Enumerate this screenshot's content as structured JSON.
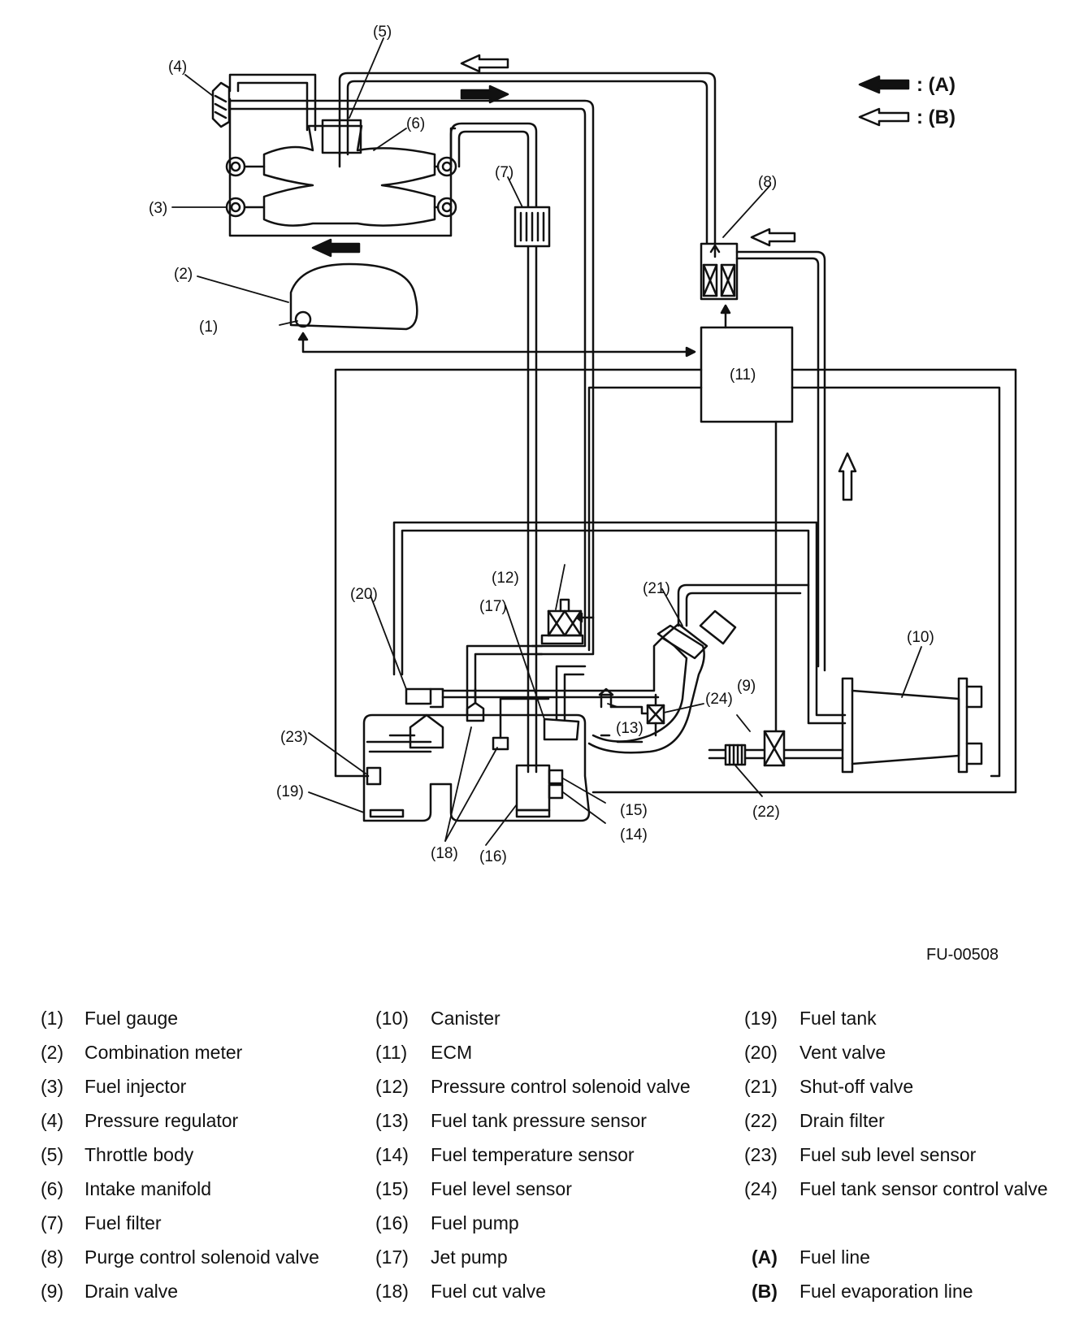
{
  "figure_id": "FU-00508",
  "arrow_key": {
    "A": ": (A)",
    "B": ": (B)"
  },
  "callouts": [
    "(1)",
    "(2)",
    "(3)",
    "(4)",
    "(5)",
    "(6)",
    "(7)",
    "(8)",
    "(9)",
    "(10)",
    "(11)",
    "(12)",
    "(13)",
    "(14)",
    "(15)",
    "(16)",
    "(17)",
    "(18)",
    "(19)",
    "(20)",
    "(21)",
    "(22)",
    "(23)",
    "(24)"
  ],
  "legend": [
    {
      "num": "(1)",
      "label": "Fuel gauge"
    },
    {
      "num": "(2)",
      "label": "Combination meter"
    },
    {
      "num": "(3)",
      "label": "Fuel injector"
    },
    {
      "num": "(4)",
      "label": "Pressure regulator"
    },
    {
      "num": "(5)",
      "label": "Throttle body"
    },
    {
      "num": "(6)",
      "label": "Intake manifold"
    },
    {
      "num": "(7)",
      "label": "Fuel filter"
    },
    {
      "num": "(8)",
      "label": "Purge control solenoid valve"
    },
    {
      "num": "(9)",
      "label": "Drain valve"
    },
    {
      "num": "(10)",
      "label": "Canister"
    },
    {
      "num": "(11)",
      "label": "ECM"
    },
    {
      "num": "(12)",
      "label": "Pressure control solenoid valve"
    },
    {
      "num": "(13)",
      "label": "Fuel tank pressure sensor"
    },
    {
      "num": "(14)",
      "label": "Fuel temperature sensor"
    },
    {
      "num": "(15)",
      "label": "Fuel level sensor"
    },
    {
      "num": "(16)",
      "label": "Fuel pump"
    },
    {
      "num": "(17)",
      "label": "Jet pump"
    },
    {
      "num": "(18)",
      "label": "Fuel cut valve"
    },
    {
      "num": "(19)",
      "label": "Fuel tank"
    },
    {
      "num": "(20)",
      "label": "Vent valve"
    },
    {
      "num": "(21)",
      "label": "Shut-off valve"
    },
    {
      "num": "(22)",
      "label": "Drain filter"
    },
    {
      "num": "(23)",
      "label": "Fuel sub level sensor"
    },
    {
      "num": "(24)",
      "label": "Fuel tank sensor control valve"
    },
    {
      "num": "(A)",
      "label": "Fuel line"
    },
    {
      "num": "(B)",
      "label": "Fuel evaporation line"
    }
  ]
}
